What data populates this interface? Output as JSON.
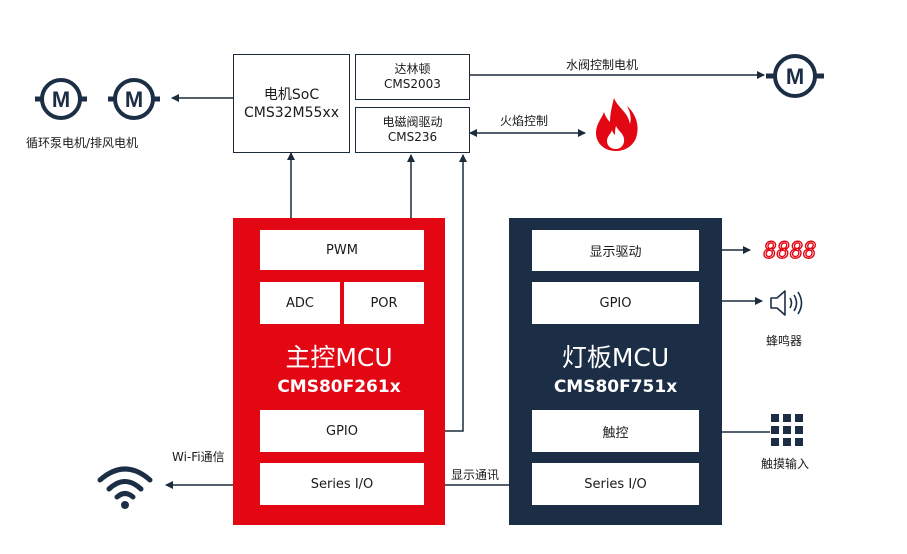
{
  "colors": {
    "red": "#e30613",
    "navy": "#1c2e46",
    "line": "#1b2b3c"
  },
  "motor_soc": {
    "name": "电机SoC",
    "part": "CMS32M55xx"
  },
  "darlington": {
    "name": "达林顿",
    "part": "CMS2003"
  },
  "solenoid": {
    "name": "电磁阀驱动",
    "part": "CMS236"
  },
  "labels": {
    "water_valve": "水阀控制电机",
    "flame_control": "火焰控制",
    "pump_fan": "循环泵电机/排风电机",
    "buzzer": "蜂鸣器",
    "touch_input": "触摸输入",
    "wifi": "Wi-Fi通信",
    "display_comm": "显示通讯"
  },
  "main_mcu": {
    "title": "主控MCU",
    "part": "CMS80F261x",
    "blocks": {
      "pwm": "PWM",
      "adc": "ADC",
      "por": "POR",
      "gpio": "GPIO",
      "serial": "Series I/O"
    }
  },
  "panel_mcu": {
    "title": "灯板MCU",
    "part": "CMS80F751x",
    "blocks": {
      "display": "显示驱动",
      "gpio": "GPIO",
      "touch": "触控",
      "serial": "Series I/O"
    }
  },
  "icons": {
    "motor_letter": "M",
    "digits": "8888"
  }
}
